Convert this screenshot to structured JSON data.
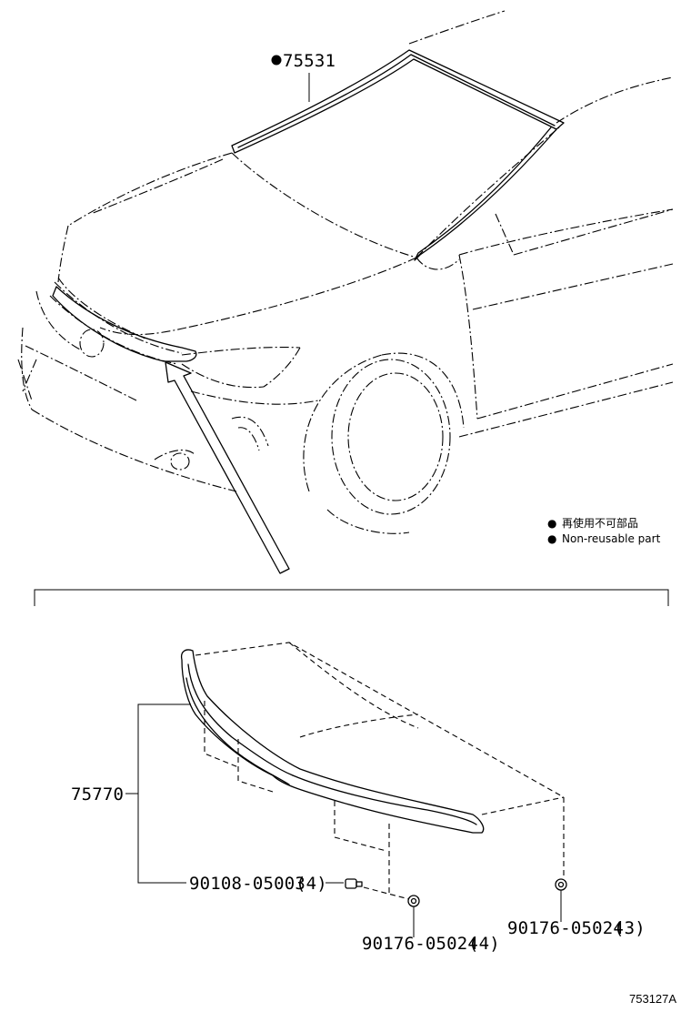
{
  "parts": {
    "windshield_moulding": {
      "number": "75531",
      "non_reusable": true
    },
    "hood_moulding": {
      "number": "75770"
    },
    "clip_1": {
      "number": "90108-05003",
      "qty": "(4)"
    },
    "nut_1": {
      "number": "90176-05024",
      "qty": "(4)"
    },
    "nut_2": {
      "number": "90176-05024",
      "qty": "(3)"
    }
  },
  "legend": {
    "bullet": "●",
    "line_jp": "再使用不可部品",
    "line_en": "Non-reusable part"
  },
  "diagram_id": "753127A",
  "colors": {
    "line": "#000000",
    "background": "#ffffff"
  }
}
